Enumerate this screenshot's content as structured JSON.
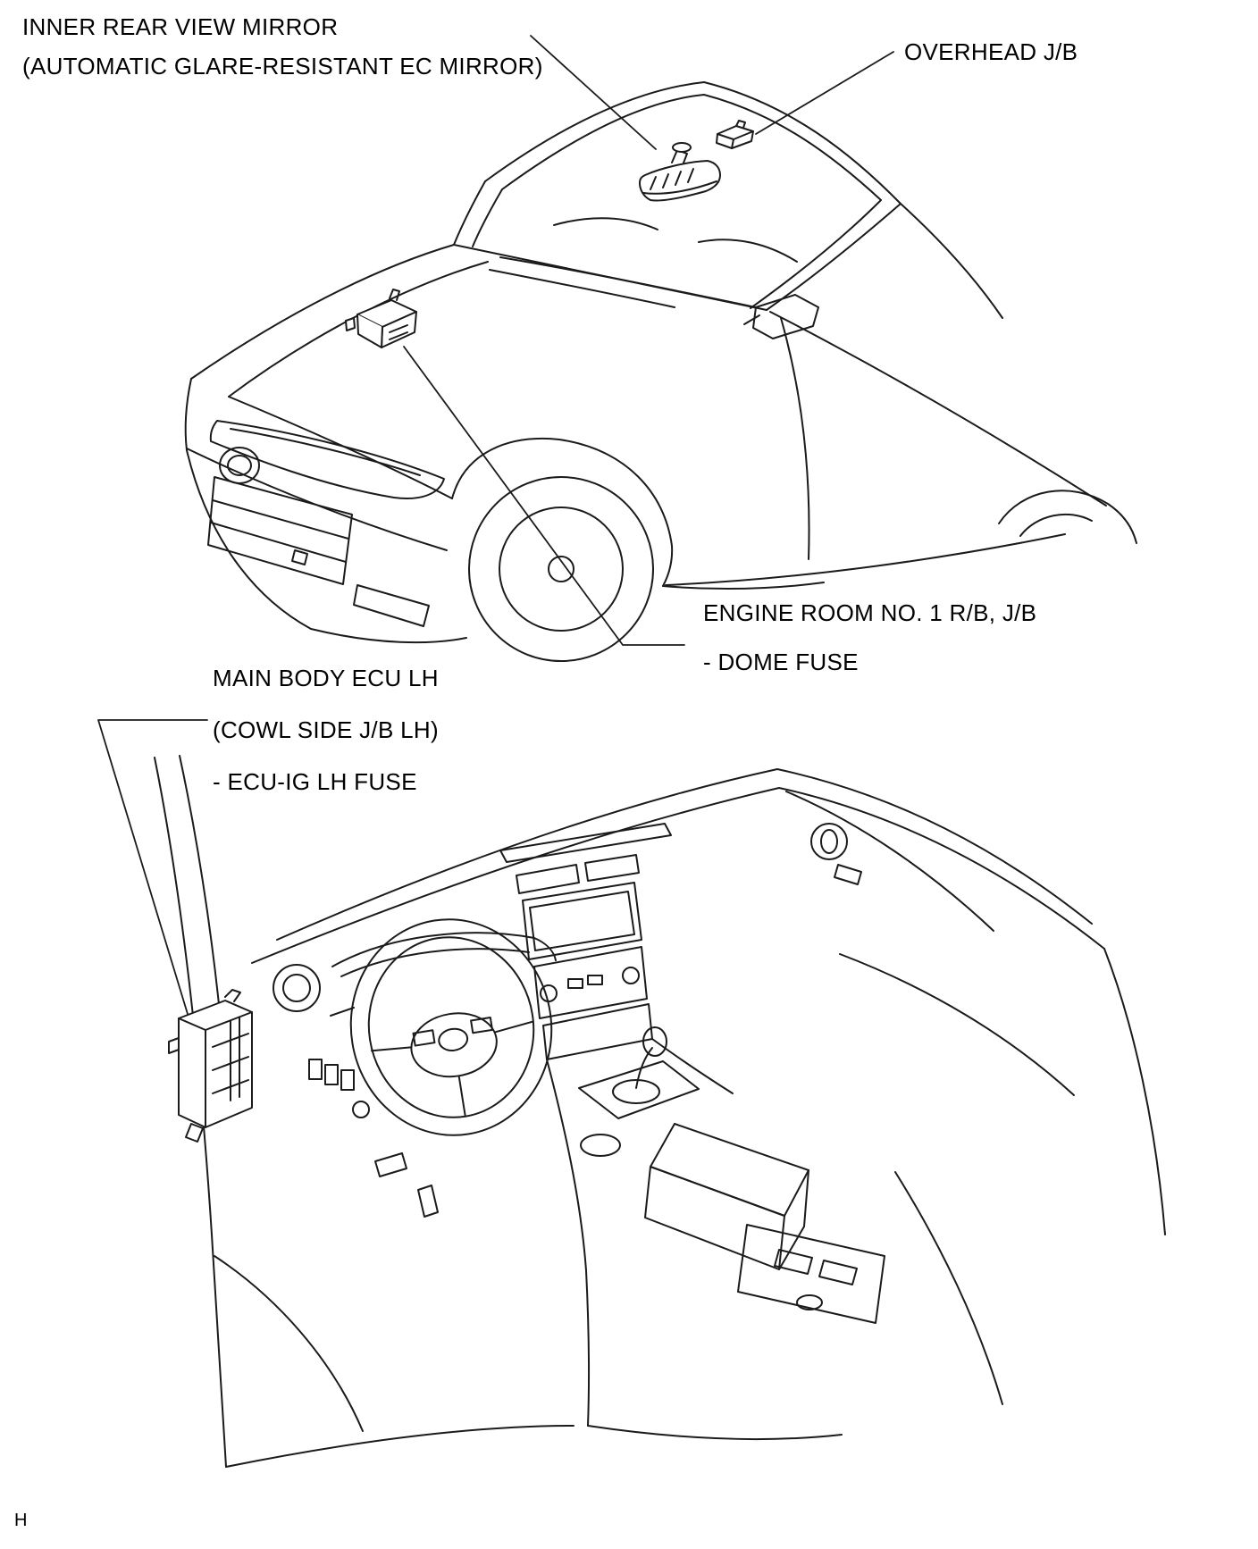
{
  "labels": {
    "inner_mirror": {
      "line1": "INNER REAR VIEW MIRROR",
      "line2": "(AUTOMATIC GLARE-RESISTANT EC MIRROR)"
    },
    "overhead_jb": {
      "line1": "OVERHEAD J/B"
    },
    "engine_room": {
      "line1": "ENGINE ROOM NO. 1 R/B, J/B",
      "line2": "- DOME FUSE"
    },
    "main_body_ecu": {
      "line1": "MAIN BODY ECU LH",
      "line2": "(COWL SIDE J/B LH)",
      "line3": "- ECU-IG LH FUSE"
    }
  },
  "footer": {
    "mark": "H"
  },
  "colors": {
    "line": "#1b1b1b",
    "background": "#ffffff"
  }
}
